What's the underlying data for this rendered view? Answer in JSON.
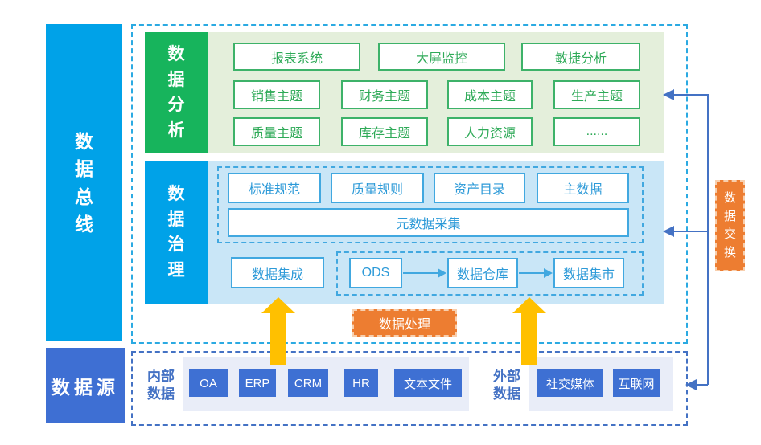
{
  "bus_bar": {
    "label": "数据总线"
  },
  "data_source_bar": {
    "label": "数据源"
  },
  "analysis": {
    "label": "数据分析",
    "apps": [
      "报表系统",
      "大屏监控",
      "敏捷分析"
    ],
    "themes_row1": [
      "销售主题",
      "财务主题",
      "成本主题",
      "生产主题"
    ],
    "themes_row2": [
      "质量主题",
      "库存主题",
      "人力资源",
      "......"
    ]
  },
  "governance": {
    "label": "数据治理",
    "rules": [
      "标准规范",
      "质量规则",
      "资产目录",
      "主数据"
    ],
    "metadata_box": "元数据采集",
    "integration_box": "数据集成",
    "pipeline": [
      "ODS",
      "数据仓库",
      "数据集市"
    ]
  },
  "processing_box": {
    "label": "数据处理"
  },
  "exchange_box": {
    "label": "数据交换"
  },
  "sources": {
    "internal": {
      "label": "内部数据",
      "items": [
        "OA",
        "ERP",
        "CRM",
        "HR",
        "文本文件"
      ]
    },
    "external": {
      "label": "外部数据",
      "items": [
        "社交媒体",
        "互联网"
      ]
    }
  },
  "colors": {
    "bus_blue": "#00a2e8",
    "royal_blue": "#4472c4",
    "source_box_blue": "#3e70d3",
    "green_solid": "#17b45c",
    "green_light_bg": "#e4efdb",
    "green_border": "#3db269",
    "blue_light_bg": "#c9e6f7",
    "blue_border": "#41a8e0",
    "orange": "#ed7d31",
    "yellow_arrow": "#ffc000",
    "strip_bg": "#e9edf8"
  }
}
